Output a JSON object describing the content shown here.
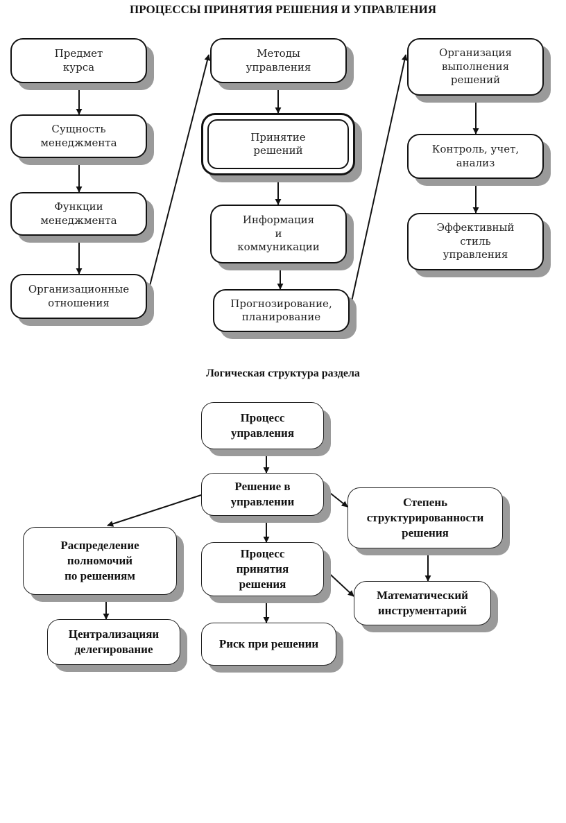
{
  "titles": {
    "main": "ПРОЦЕССЫ ПРИНЯТИЯ РЕШЕНИЯ И УПРАВЛЕНИЯ",
    "section": "Логическая структура раздела"
  },
  "top_diagram": {
    "nodes": {
      "predmet": "Предмет\nкурса",
      "sushnost": "Сущность\nменеджмента",
      "funkcii": "Функции\nменеджмента",
      "orgotn": "Организационные\nотношения",
      "metody": "Методы\nуправления",
      "prinyatie": "Принятие\nрешений",
      "info": "Информация\nи\nкоммуникации",
      "prognoz": "Прогнозирование,\nпланирование",
      "orgvyp": "Организация\nвыполнения\nрешений",
      "kontrol": "Контроль, учет,\nанализ",
      "effekt": "Эффективный\nстиль\nуправления"
    },
    "edges": [
      {
        "from": "predmet",
        "to": "sushnost"
      },
      {
        "from": "sushnost",
        "to": "funkcii"
      },
      {
        "from": "funkcii",
        "to": "orgotn"
      },
      {
        "from": "orgotn",
        "to": "metody"
      },
      {
        "from": "metody",
        "to": "prinyatie"
      },
      {
        "from": "prinyatie",
        "to": "info"
      },
      {
        "from": "info",
        "to": "prognoz"
      },
      {
        "from": "prognoz",
        "to": "orgvyp"
      },
      {
        "from": "orgvyp",
        "to": "kontrol"
      },
      {
        "from": "kontrol",
        "to": "effekt"
      }
    ]
  },
  "bottom_diagram": {
    "nodes": {
      "process": "Процесс\nуправления",
      "reshenie": "Решение в\nуправлении",
      "stepen": "Степень\nструктурированности\nрешения",
      "raspred": "Распределение\nполномочий\nпо решениям",
      "ppr": "Процесс\nпринятия\nрешения",
      "matem": "Математический\nинструментарий",
      "central": "Централизацияи\nделегирование",
      "risk": "Риск при решении"
    },
    "edges": [
      {
        "from": "process",
        "to": "reshenie"
      },
      {
        "from": "reshenie",
        "to": "raspred"
      },
      {
        "from": "reshenie",
        "to": "ppr"
      },
      {
        "from": "reshenie",
        "to": "stepen"
      },
      {
        "from": "raspred",
        "to": "central"
      },
      {
        "from": "ppr",
        "to": "risk"
      },
      {
        "from": "ppr",
        "to": "matem"
      },
      {
        "from": "stepen",
        "to": "matem"
      }
    ]
  }
}
